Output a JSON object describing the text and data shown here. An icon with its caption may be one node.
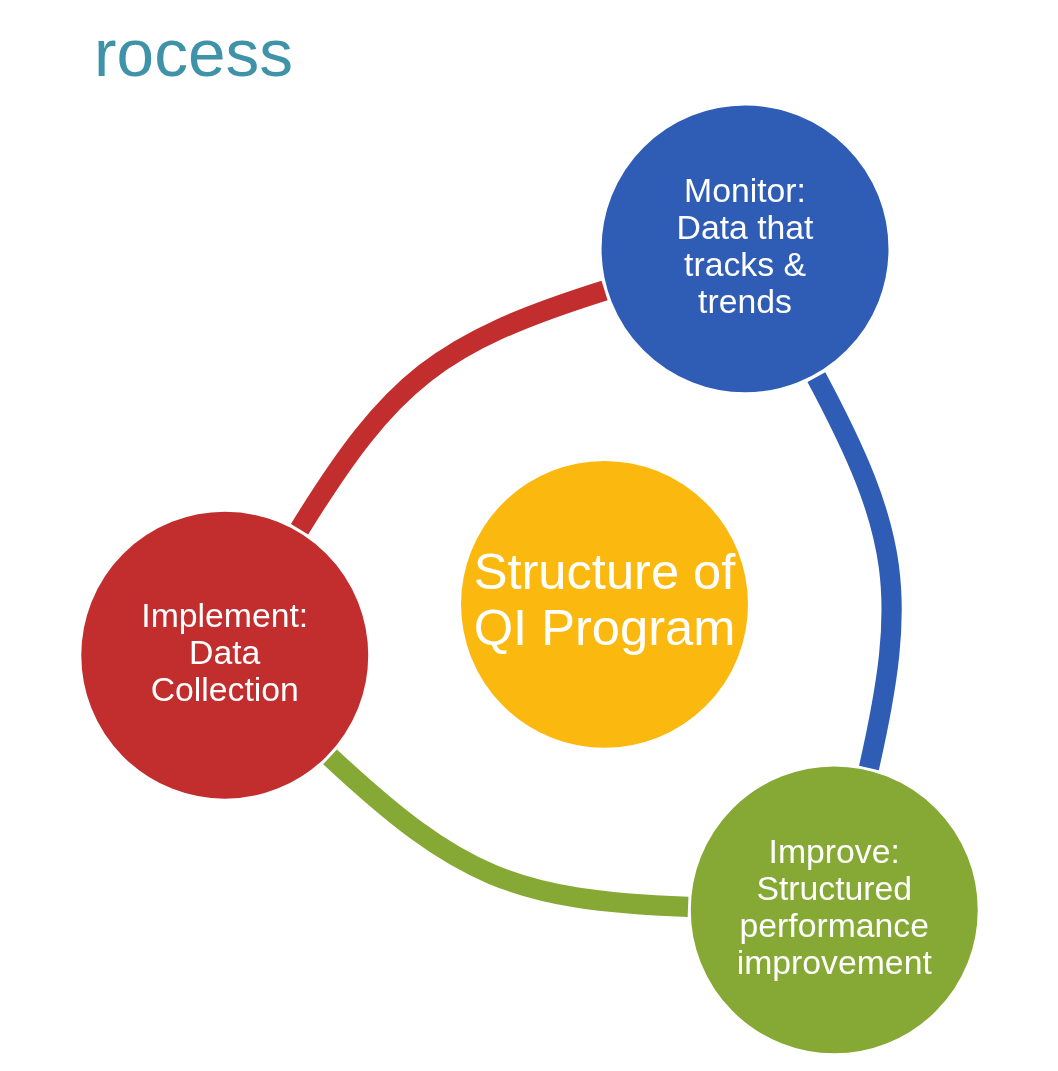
{
  "diagram": {
    "title": "rocess",
    "nodes": [
      {
        "text": [
          "Implement: Data Collection"
        ]
      },
      {
        "text": [
          "Structure of QI Program"
        ]
      },
      {
        "text": [
          "Improve:",
          "Structured performance improvement"
        ]
      },
      {
        "text": [
          "Monitor: Data that tracks & trends"
        ]
      }
    ],
    "edges": [
      {
        "from": 0,
        "to": 3,
        "arrow": "none",
        "color": "#c22d2e"
      },
      {
        "from": 3,
        "to": 2,
        "arrow": "none",
        "color": "#2f5db5"
      },
      {
        "from": 2,
        "to": 0,
        "arrow": "none",
        "color": "#86a935"
      }
    ]
  }
}
